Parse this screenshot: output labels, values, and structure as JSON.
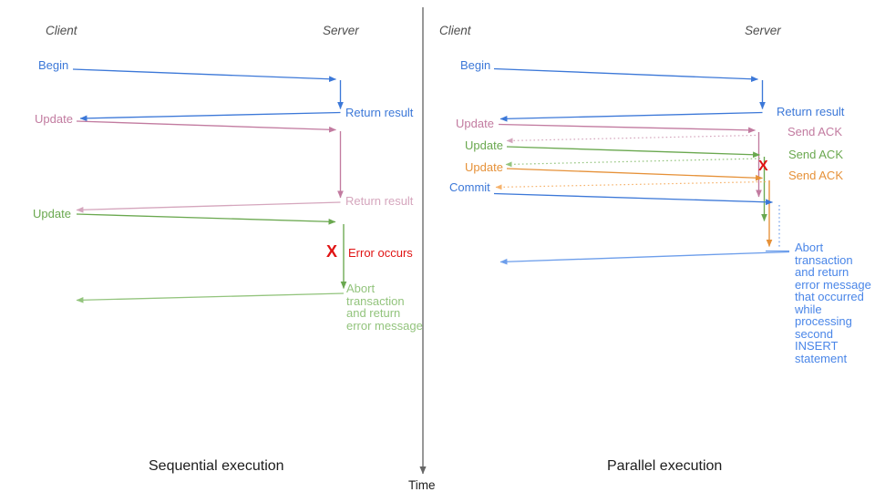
{
  "colors": {
    "blue": "#3c78d8",
    "blue_light": "#6d9eeb",
    "blue_abort": "#4a86e8",
    "pink": "#c27ba0",
    "pink_light": "#d5a6bd",
    "green": "#6aa84f",
    "green_light": "#93c47d",
    "orange": "#e69138",
    "orange_light": "#f6b26b",
    "red": "#e01414",
    "gray": "#666666"
  },
  "time_axis": {
    "label": "Time"
  },
  "left": {
    "client_header": "Client",
    "server_header": "Server",
    "begin": "Begin",
    "return_result1": "Return result",
    "update1": "Update",
    "return_result2": "Return result",
    "update2": "Update",
    "error_marker": "X",
    "error_label": "Error occurs",
    "abort_label": "Abort transaction and return error message",
    "caption": "Sequential execution"
  },
  "right": {
    "client_header": "Client",
    "server_header": "Server",
    "begin": "Begin",
    "return_result": "Return result",
    "update1": "Update",
    "send_ack1": "Send ACK",
    "update2": "Update",
    "send_ack2": "Send ACK",
    "update3": "Update",
    "send_ack3": "Send ACK",
    "commit": "Commit",
    "error_marker": "X",
    "abort_label": "Abort transaction and return error message that occurred while processing second INSERT statement",
    "caption": "Parallel execution"
  }
}
